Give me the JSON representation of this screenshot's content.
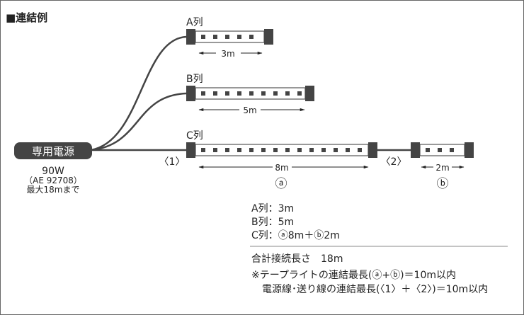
{
  "title": "■連結例",
  "power": {
    "label": "専用電源",
    "watt": "90W",
    "model": "（AE 92708）",
    "max": "最大18mまで"
  },
  "strips": {
    "a": {
      "label": "A列",
      "length": "3m"
    },
    "b": {
      "label": "B列",
      "length": "5m"
    },
    "c": {
      "label": "C列",
      "length": "8m",
      "segment": "ⓐ"
    },
    "d": {
      "length": "2m",
      "segment": "ⓑ"
    }
  },
  "cables": {
    "one": "〈1〉",
    "two": "〈2〉"
  },
  "summary": {
    "lines": [
      "A列：3m",
      "B列：5m",
      "C列：ⓐ8m＋ⓑ2m"
    ],
    "total": "合計接続長さ　18m",
    "note1": "※テープライトの連結最長(ⓐ+ⓑ)＝10m以内",
    "note2": "電源線･送り線の連結最長(〈1〉＋〈2〉)＝10m以内"
  }
}
